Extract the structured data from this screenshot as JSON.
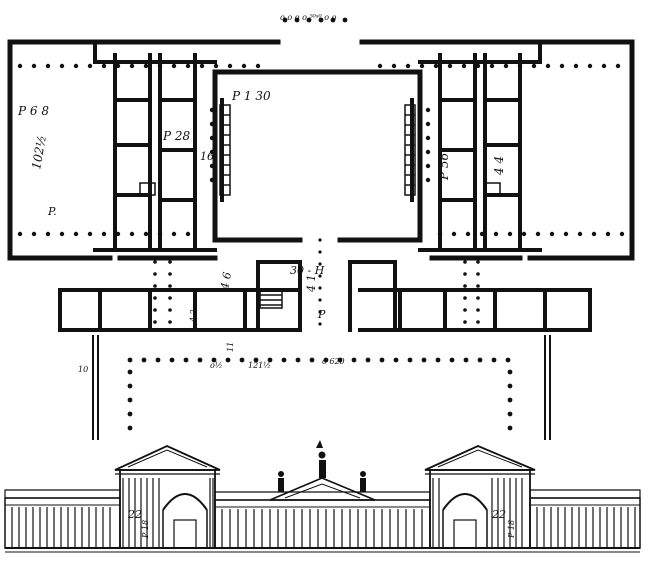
{
  "plan_labels": {
    "top_colonnade": "o o o o ⁵⁰ˢ⁰ o o",
    "west_wing_a": "P 6 8",
    "west_wing_b": "102½",
    "west_wing_p": "P.",
    "room_p28": "P 28",
    "room_p16": "16",
    "court_p130": "P 1 30",
    "room_p56": "P 56",
    "room_44": "4 4",
    "room_46": "4 6",
    "court_dims": "30 - H",
    "court_41": "4 1",
    "court_p": "P",
    "dot_10": "10",
    "dot_half": "o½",
    "dot_121": "121½",
    "dot_620": "o 620",
    "dot_11": "11",
    "dot_42": "4 2"
  },
  "elevation_labels": {
    "left_pavilion": "22",
    "left_pavilion_side": "P 18",
    "right_pavilion": "22",
    "right_pavilion_side": "P 18"
  },
  "colors": {
    "ink": "#111111",
    "paper": "#ffffff"
  }
}
